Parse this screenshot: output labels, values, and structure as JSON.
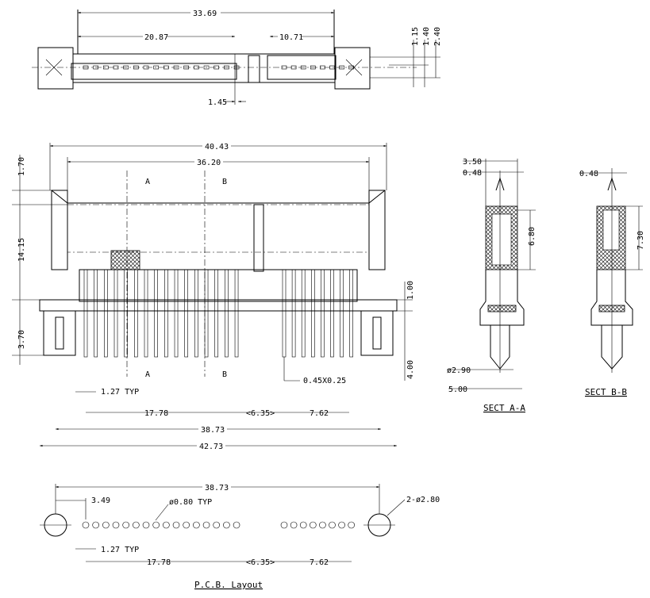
{
  "top_view": {
    "dims": {
      "overall": "33.69",
      "left": "20.87",
      "right": "10.71",
      "gap": "1.45",
      "h1": "1.15",
      "h2": "1.40",
      "h3": "2.40"
    }
  },
  "front_view": {
    "dims": {
      "overall_width": "40.43",
      "inner_width": "36.20",
      "top_offset": "1.70",
      "height": "14.15",
      "bottom_offset": "3.70",
      "plate": "1.00",
      "pin_length": "4.00",
      "pitch": "1.27 TYP",
      "pin_size": "0.45X0.25",
      "left_span": "17.78",
      "gap": "<6.35>",
      "right_span": "7.62",
      "pin_span": "38.73",
      "total": "42.73"
    },
    "section_marks": {
      "a": "A",
      "b": "B"
    },
    "left_pin_count": 16,
    "right_pin_count": 8
  },
  "section_a": {
    "title": "SECT A-A",
    "dims": {
      "w": "3.50",
      "pin": "0.48",
      "h": "6.80",
      "dia": "ø2.90",
      "base": "5.00"
    }
  },
  "section_b": {
    "title": "SECT B-B",
    "dims": {
      "pin": "0.48",
      "h": "7.30"
    }
  },
  "pcb_layout": {
    "title": "P.C.B. Layout",
    "dims": {
      "span": "38.73",
      "offset": "3.49",
      "hole": "ø0.80 TYP",
      "mount": "2-ø2.80",
      "pitch": "1.27 TYP",
      "left_span": "17.78",
      "gap": "<6.35>",
      "right_span": "7.62"
    },
    "left_holes": 16,
    "right_holes": 8
  }
}
